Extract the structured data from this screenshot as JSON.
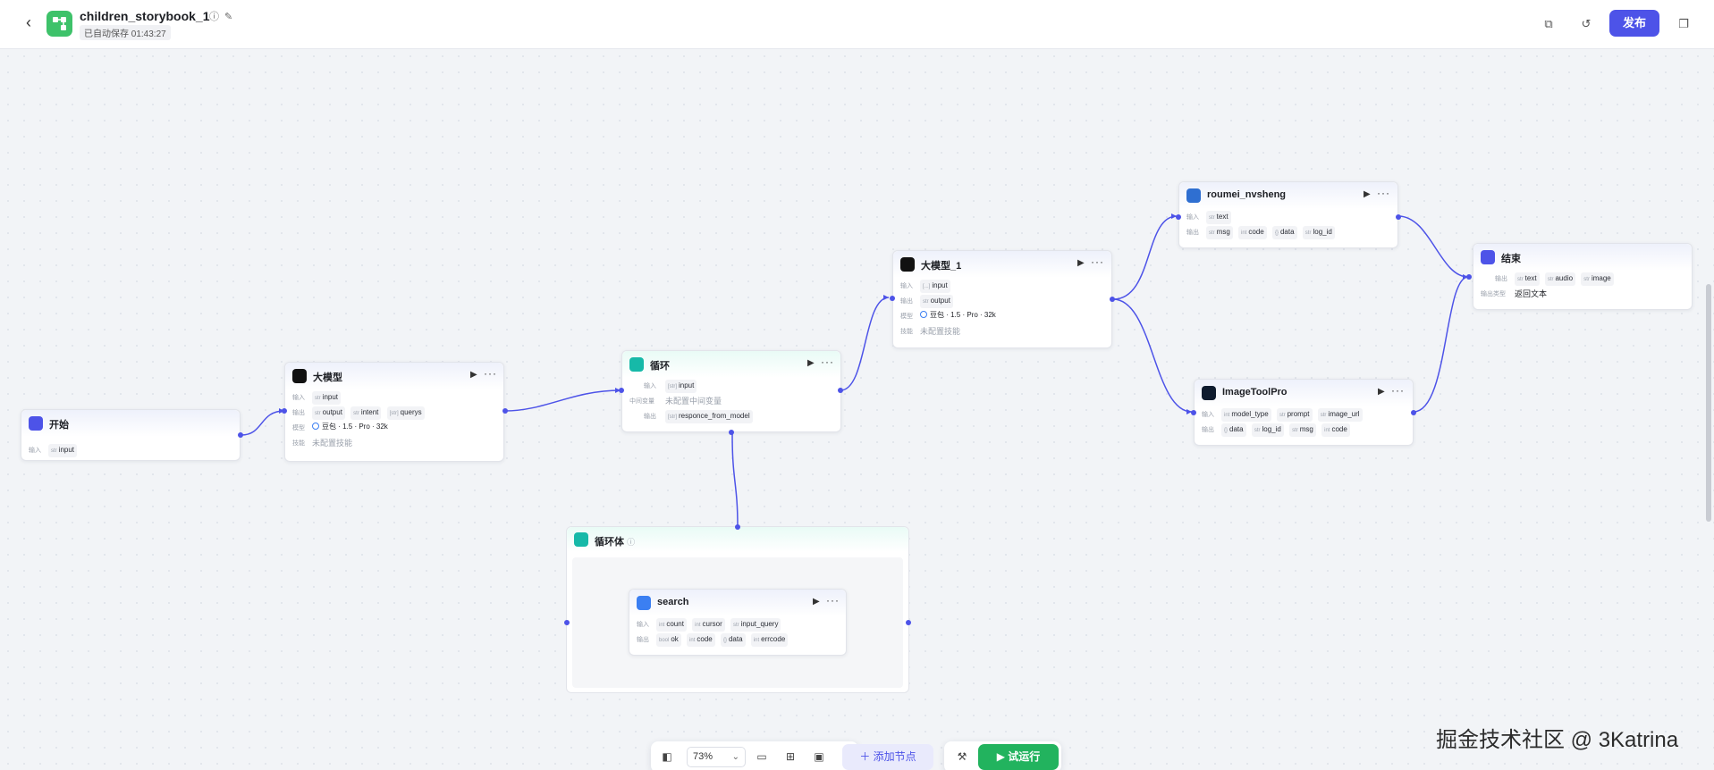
{
  "app": {
    "title": "children_storybook_1",
    "autosave": "已自动保存 01:43:27",
    "publish_label": "发布",
    "accent_color": "#4d53e8"
  },
  "labels": {
    "input": "输入",
    "output": "输出",
    "model": "模型",
    "skill": "技能",
    "intermediate": "中间变量",
    "output_type": "输出类型",
    "skill_none": "未配置技能",
    "intermediate_none": "未配置中间变量"
  },
  "nodes": {
    "start": {
      "title": "开始",
      "inputs": [
        {
          "type": "str",
          "name": "input"
        }
      ]
    },
    "llm": {
      "title": "大模型",
      "inputs": [
        {
          "type": "str",
          "name": "input"
        }
      ],
      "outputs": [
        {
          "type": "str",
          "name": "output"
        },
        {
          "type": "str",
          "name": "intent"
        },
        {
          "type": "[str]",
          "name": "querys"
        }
      ],
      "model": "豆包 · 1.5 · Pro · 32k"
    },
    "loop": {
      "title": "循环",
      "inputs": [
        {
          "type": "[str]",
          "name": "input"
        }
      ],
      "outputs": [
        {
          "type": "[str]",
          "name": "responce_from_model"
        }
      ]
    },
    "llm_1": {
      "title": "大模型_1",
      "inputs": [
        {
          "type": "[...]",
          "name": "input"
        }
      ],
      "outputs": [
        {
          "type": "str",
          "name": "output"
        }
      ],
      "model": "豆包 · 1.5 · Pro · 32k"
    },
    "roumei": {
      "title": "roumei_nvsheng",
      "inputs": [
        {
          "type": "str",
          "name": "text"
        }
      ],
      "outputs": [
        {
          "type": "str",
          "name": "msg"
        },
        {
          "type": "int",
          "name": "code"
        },
        {
          "type": "{}",
          "name": "data"
        },
        {
          "type": "str",
          "name": "log_id"
        }
      ]
    },
    "imagetool": {
      "title": "ImageToolPro",
      "inputs": [
        {
          "type": "int",
          "name": "model_type"
        },
        {
          "type": "str",
          "name": "prompt"
        },
        {
          "type": "str",
          "name": "image_url"
        }
      ],
      "outputs": [
        {
          "type": "{}",
          "name": "data"
        },
        {
          "type": "str",
          "name": "log_id"
        },
        {
          "type": "str",
          "name": "msg"
        },
        {
          "type": "int",
          "name": "code"
        }
      ]
    },
    "end": {
      "title": "结束",
      "outputs": [
        {
          "type": "str",
          "name": "text"
        },
        {
          "type": "str",
          "name": "audio"
        },
        {
          "type": "str",
          "name": "image"
        }
      ],
      "output_type": "返回文本"
    },
    "loop_body": {
      "title": "循环体"
    },
    "search": {
      "title": "search",
      "inputs": [
        {
          "type": "int",
          "name": "count"
        },
        {
          "type": "int",
          "name": "cursor"
        },
        {
          "type": "str",
          "name": "input_query"
        }
      ],
      "outputs": [
        {
          "type": "bool",
          "name": "ok"
        },
        {
          "type": "int",
          "name": "code"
        },
        {
          "type": "{}",
          "name": "data"
        },
        {
          "type": "int",
          "name": "errcode"
        }
      ]
    }
  },
  "toolbar": {
    "zoom": "73%",
    "add_node": "添加节点",
    "try_run": "试运行",
    "try_run_color": "#22b35e"
  },
  "watermark": "掘金技术社区 @ 3Katrina"
}
